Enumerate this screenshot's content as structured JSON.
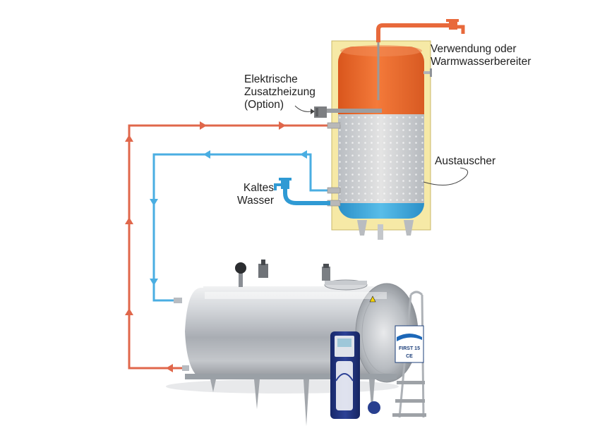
{
  "labels": {
    "usage": {
      "line1": "Verwendung oder",
      "line2": "Warmwasserbereiter"
    },
    "heater": {
      "line1": "Elektrische",
      "line2": "Zusatzheizung",
      "line3": "(Option)"
    },
    "exchanger": "Austauscher",
    "cold_water": {
      "line1": "Kaltes",
      "line2": "Wasser"
    }
  },
  "tank_plate": {
    "line1": "FIRST 15",
    "line2": "CE"
  },
  "colors": {
    "hot_pipe": "#e0674b",
    "cold_pipe": "#4aaee2",
    "tank_jacket": "#f6e9a6",
    "hot_water": "#ec6b2c",
    "cold_water": "#3aa8dc",
    "steel": "#c9ccd0",
    "controller": "#1d2f7a"
  },
  "icons": [
    "hot-water-tap-icon",
    "cold-water-tap-icon",
    "heating-element-icon"
  ]
}
